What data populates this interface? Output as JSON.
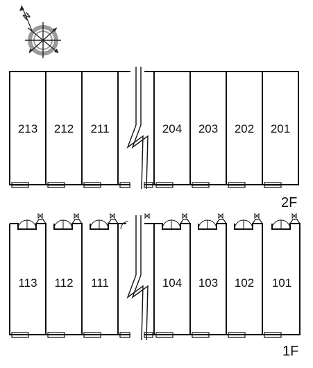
{
  "compass": {
    "north_letter": "N",
    "icon": "compass-rose-icon"
  },
  "floors": [
    {
      "label": "2F",
      "units": [
        "213",
        "212",
        "211",
        "204",
        "203",
        "202",
        "201"
      ]
    },
    {
      "label": "1F",
      "units": [
        "113",
        "112",
        "111",
        "104",
        "103",
        "102",
        "101"
      ]
    }
  ],
  "colors": {
    "wall": "#111111",
    "fill": "#ffffff",
    "compass_gray": "#9a9a9a"
  }
}
